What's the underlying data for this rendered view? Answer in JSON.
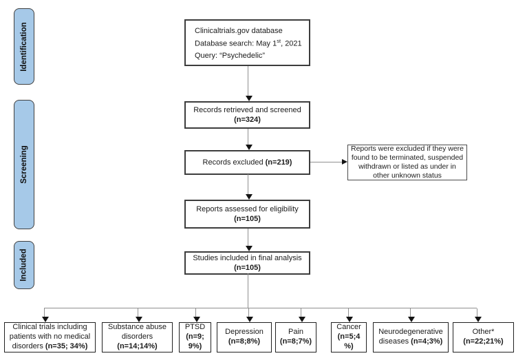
{
  "colors": {
    "stage_fill": "#a6c9e8",
    "stage_border": "#3f3f3f",
    "box_border": "#3c3c3c",
    "line_gray": "#8f8f8f",
    "arrowhead": "#141414"
  },
  "sidebar": {
    "stages": [
      {
        "label": "Identification"
      },
      {
        "label": "Screening"
      },
      {
        "label": "Included"
      }
    ]
  },
  "flow": {
    "database": {
      "line1": "Clinicaltrials.gov database",
      "line2_pre": "Database search: May 1",
      "line2_sup": "st",
      "line2_post": ", 2021",
      "line3": "Query: “Psychedelic”"
    },
    "screened": {
      "label": "Records retrieved and screened",
      "stat": "(n=324)"
    },
    "excluded": {
      "label": "Records excluded",
      "stat": "(n=219)"
    },
    "exclusion_note": "Reports were excluded if they were found to be terminated, suspended withdrawn or listed as under in other unknown status",
    "eligibility": {
      "label": "Reports assessed for eligibility",
      "stat": "(n=105)"
    },
    "included": {
      "label": "Studies included in final analysis",
      "stat": "(n=105)"
    }
  },
  "categories": [
    {
      "label": "Clinical trials including patients with no medical disorders",
      "stat": "(n=35; 34%)"
    },
    {
      "label": "Substance abuse disorders",
      "stat": "(n=14;14%)"
    },
    {
      "label": "PTSD",
      "stat": "(n=9; 9%)"
    },
    {
      "label": "Depression",
      "stat": "(n=8;8%)"
    },
    {
      "label": "Pain",
      "stat": "(n=8;7%)"
    },
    {
      "label": "Cancer",
      "stat": "(n=5;4 %)"
    },
    {
      "label": "Neurodegenerative diseases",
      "stat": "(n=4;3%)"
    },
    {
      "label": "Other*",
      "stat": "(n=22;21%)"
    }
  ]
}
